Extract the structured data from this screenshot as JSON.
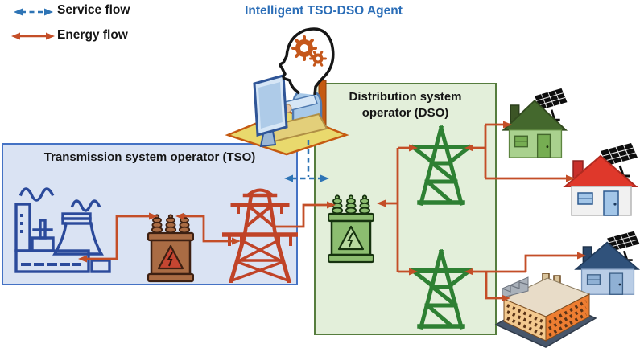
{
  "legend": {
    "items": [
      {
        "label": "Service flow",
        "color": "#2e74b5",
        "line_style": "dashed"
      },
      {
        "label": "Energy flow",
        "color": "#c44e27",
        "line_style": "solid"
      }
    ]
  },
  "agent": {
    "title": "Intelligent TSO-DSO Agent",
    "title_color": "#2a6db7",
    "icon": "human-agent-with-gear-brain-at-computer"
  },
  "tso": {
    "title": "Transmission system operator (TSO)",
    "fill_color": "#dae3f3",
    "border_color": "#4472c4",
    "icons": [
      "power-plant-icon",
      "transformer-icon",
      "transmission-tower-icon"
    ]
  },
  "dso": {
    "title": "Distribution system operator (DSO)",
    "fill_color": "#e3efda",
    "border_color": "#567d3e",
    "icons": [
      "transformer-icon",
      "distribution-tower-icon",
      "distribution-tower-icon"
    ]
  },
  "consumers": [
    {
      "icon": "house-with-solar-panel-icon",
      "variant": "green"
    },
    {
      "icon": "house-with-solar-panel-icon",
      "variant": "red-roof"
    },
    {
      "icon": "house-with-solar-panel-icon",
      "variant": "blue"
    },
    {
      "icon": "factory-icon",
      "variant": "orange"
    }
  ],
  "flows": {
    "service": {
      "color": "#2e74b5",
      "links": [
        "agent ↔ TSO",
        "agent ↔ DSO"
      ]
    },
    "energy": {
      "color": "#c44e27",
      "links": [
        "power plant ↔ TSO transformer",
        "TSO transformer → transmission tower",
        "transmission tower → DSO transformer",
        "DSO transformer ↔ upper distribution tower",
        "DSO transformer ↔ lower distribution tower",
        "upper distribution tower → green house",
        "upper distribution tower → red-roof house",
        "lower distribution tower → blue house",
        "lower distribution tower → factory"
      ]
    }
  }
}
